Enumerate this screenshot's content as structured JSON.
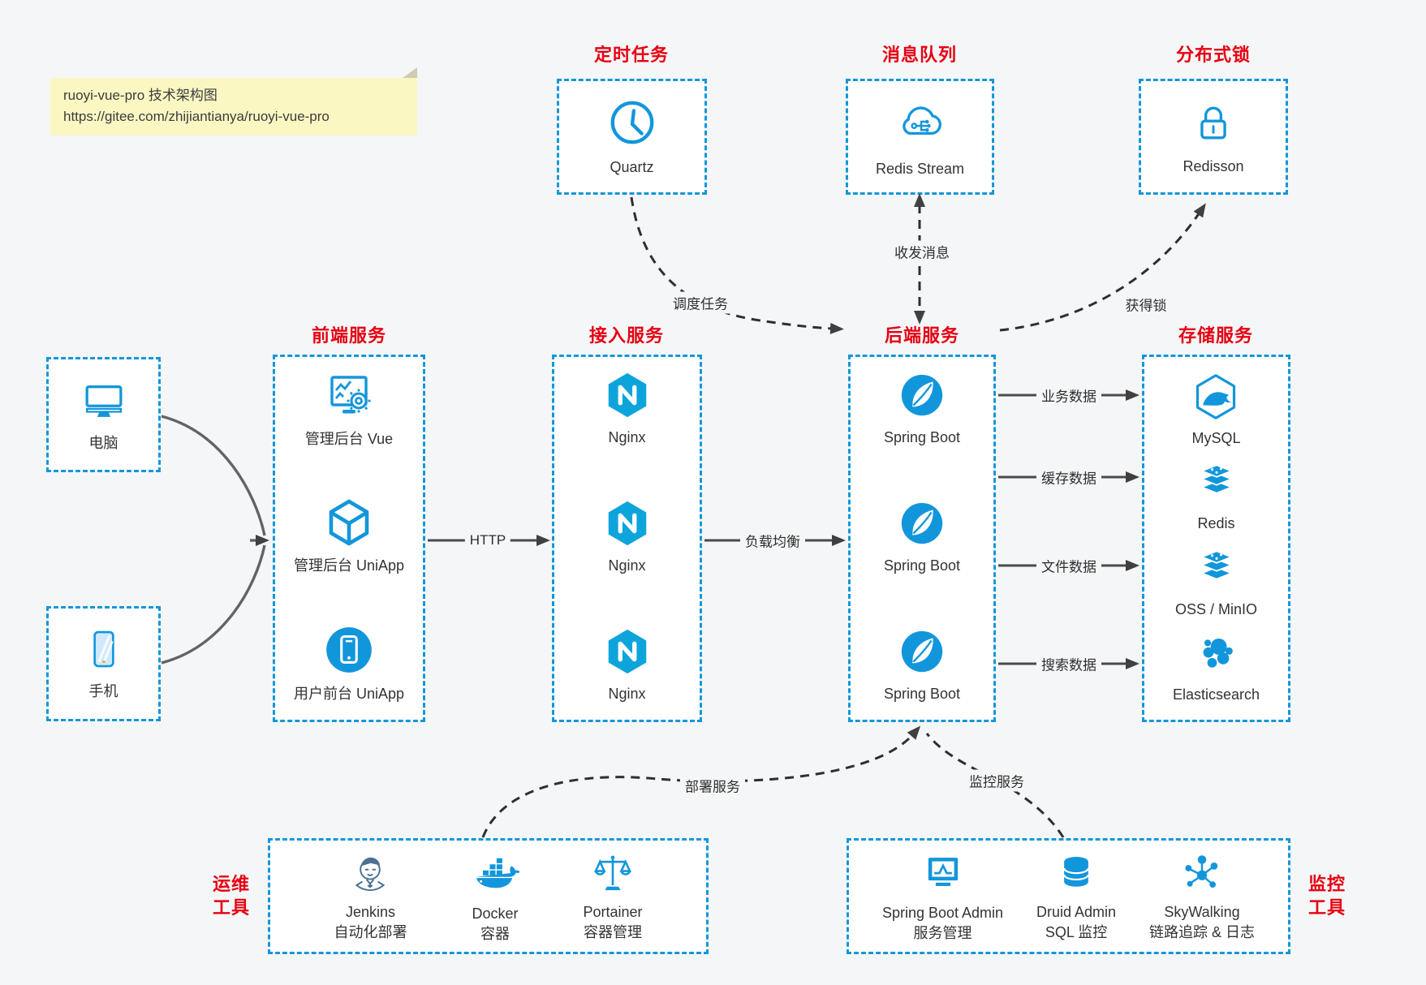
{
  "note": {
    "line1": "ruoyi-vue-pro 技术架构图",
    "line2": "https://gitee.com/zhijiantianya/ruoyi-vue-pro"
  },
  "top": {
    "schedule": {
      "title": "定时任务",
      "item": "Quartz"
    },
    "mq": {
      "title": "消息队列",
      "item": "Redis Stream"
    },
    "lock": {
      "title": "分布式锁",
      "item": "Redisson"
    }
  },
  "devices": {
    "pc": "电脑",
    "phone": "手机"
  },
  "frontend": {
    "title": "前端服务",
    "items": [
      "管理后台 Vue",
      "管理后台 UniApp",
      "用户前台 UniApp"
    ]
  },
  "access": {
    "title": "接入服务",
    "items": [
      "Nginx",
      "Nginx",
      "Nginx"
    ]
  },
  "backend": {
    "title": "后端服务",
    "items": [
      "Spring Boot",
      "Spring Boot",
      "Spring Boot"
    ]
  },
  "storage": {
    "title": "存储服务",
    "items": [
      "MySQL",
      "Redis",
      "OSS / MinIO",
      "Elasticsearch"
    ]
  },
  "edges": {
    "http": "HTTP",
    "load_balance": "负载均衡",
    "business_data": "业务数据",
    "cache_data": "缓存数据",
    "file_data": "文件数据",
    "search_data": "搜索数据",
    "schedule_task": "调度任务",
    "send_receive_msg": "收发消息",
    "acquire_lock": "获得锁",
    "deploy_service": "部署服务",
    "monitor_service": "监控服务"
  },
  "ops": {
    "label_line1": "运维",
    "label_line2": "工具",
    "items": [
      {
        "name": "Jenkins",
        "desc": "自动化部署"
      },
      {
        "name": "Docker",
        "desc": "容器"
      },
      {
        "name": "Portainer",
        "desc": "容器管理"
      }
    ]
  },
  "monitoring": {
    "label_line1": "监控",
    "label_line2": "工具",
    "items": [
      {
        "name": "Spring Boot Admin",
        "desc": "服务管理"
      },
      {
        "name": "Druid Admin",
        "desc": "SQL 监控"
      },
      {
        "name": "SkyWalking",
        "desc": "链路追踪 & 日志"
      }
    ]
  },
  "colors": {
    "accent": "#1296db",
    "title_red": "#e60012",
    "note_bg": "#faf7c3",
    "arrow": "#4a4a4a"
  }
}
